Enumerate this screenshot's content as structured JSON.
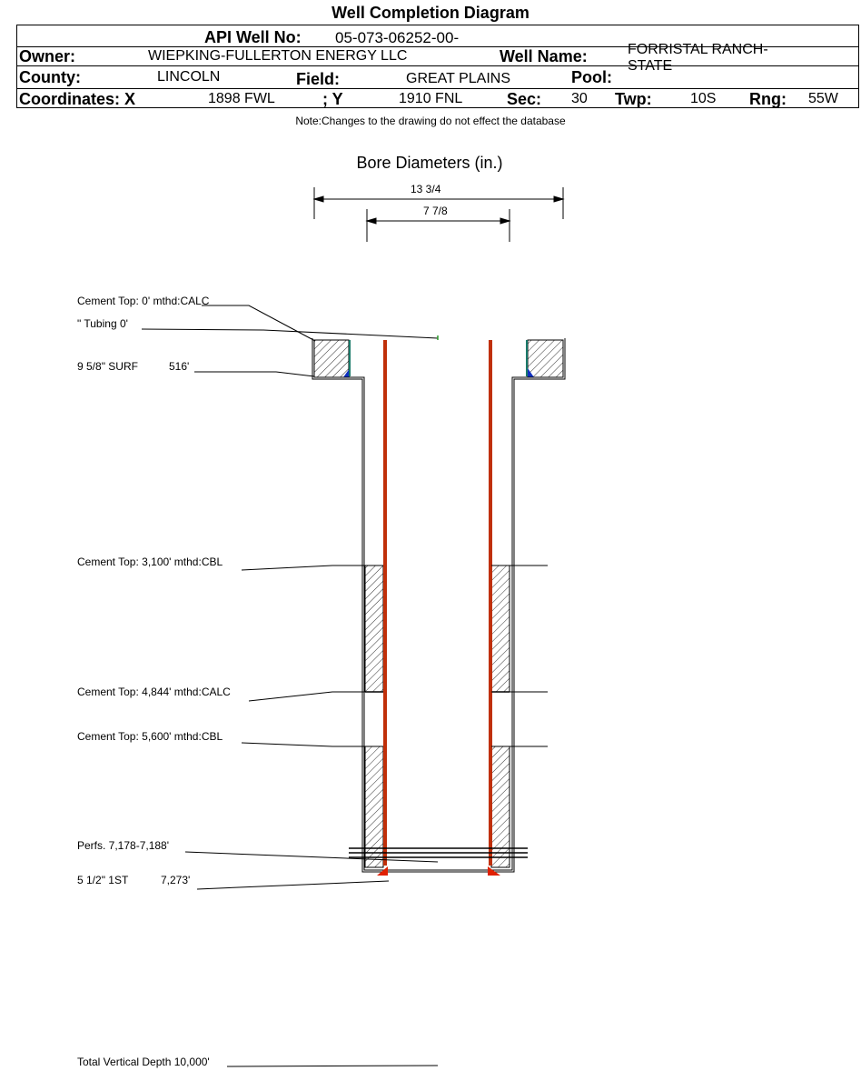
{
  "title": "Well Completion Diagram",
  "header": {
    "api_label": "API Well No:",
    "api_value": "05-073-06252-00-",
    "owner_label": "Owner:",
    "owner_value": "WIEPKING-FULLERTON ENERGY LLC",
    "well_name_label": "Well Name:",
    "well_name_line1": "FORRISTAL RANCH-",
    "well_name_line2": "STATE",
    "county_label": "County:",
    "county_value": "LINCOLN",
    "field_label": "Field:",
    "field_value": "GREAT PLAINS",
    "pool_label": "Pool:",
    "pool_value": "",
    "coord_x_label": "Coordinates: X",
    "coord_x_value": "1898 FWL",
    "coord_y_label": "; Y",
    "coord_y_value": "1910 FNL",
    "sec_label": "Sec:",
    "sec_value": "30",
    "twp_label": "Twp:",
    "twp_value": "10S",
    "rng_label": "Rng:",
    "rng_value": "55W"
  },
  "note": "Note:Changes to the drawing do not effect the database",
  "bore": {
    "heading": "Bore Diameters (in.)",
    "outer_diameter": "13 3/4",
    "inner_diameter": "7 7/8"
  },
  "labels": {
    "cement_top_surface": "Cement Top: 0' mthd:CALC",
    "tubing": "\" Tubing 0'",
    "surface_casing_size": "9 5/8\" SURF",
    "surface_casing_depth": "516'",
    "cement_top_3100": "Cement Top: 3,100' mthd:CBL",
    "cement_top_4844": "Cement Top: 4,844' mthd:CALC",
    "cement_top_5600": "Cement Top: 5,600' mthd:CBL",
    "perfs": "Perfs. 7,178-7,188'",
    "prod_casing_size": "5 1/2\" 1ST",
    "prod_casing_depth": "7,273'",
    "total_depth": "Total Vertical Depth 10,000'"
  },
  "colors": {
    "casing_red": "#c0300a",
    "shoe_red": "#e02000",
    "blue_fill": "#1030c0",
    "teal_line": "#1a7a6a",
    "green_mark": "#2a9a2a"
  }
}
